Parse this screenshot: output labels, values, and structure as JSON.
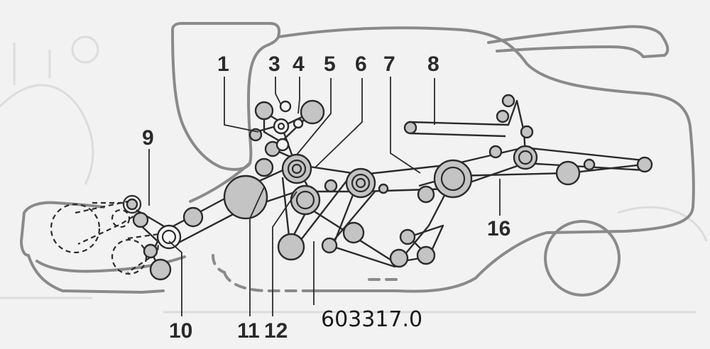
{
  "callouts": [
    {
      "id": "1",
      "text": "1"
    },
    {
      "id": "3",
      "text": "3"
    },
    {
      "id": "4",
      "text": "4"
    },
    {
      "id": "5",
      "text": "5"
    },
    {
      "id": "6",
      "text": "6"
    },
    {
      "id": "7",
      "text": "7"
    },
    {
      "id": "8",
      "text": "8"
    },
    {
      "id": "9",
      "text": "9"
    },
    {
      "id": "10",
      "text": "10"
    },
    {
      "id": "11",
      "text": "11"
    },
    {
      "id": "12",
      "text": "12"
    },
    {
      "id": "16",
      "text": "16"
    }
  ],
  "part_number": "603317.0",
  "colors": {
    "background": "#f2f2f2",
    "outline": "#8a8a8a",
    "belt": "#2b2b2b",
    "pulley_fill": "#c4c4c4"
  }
}
